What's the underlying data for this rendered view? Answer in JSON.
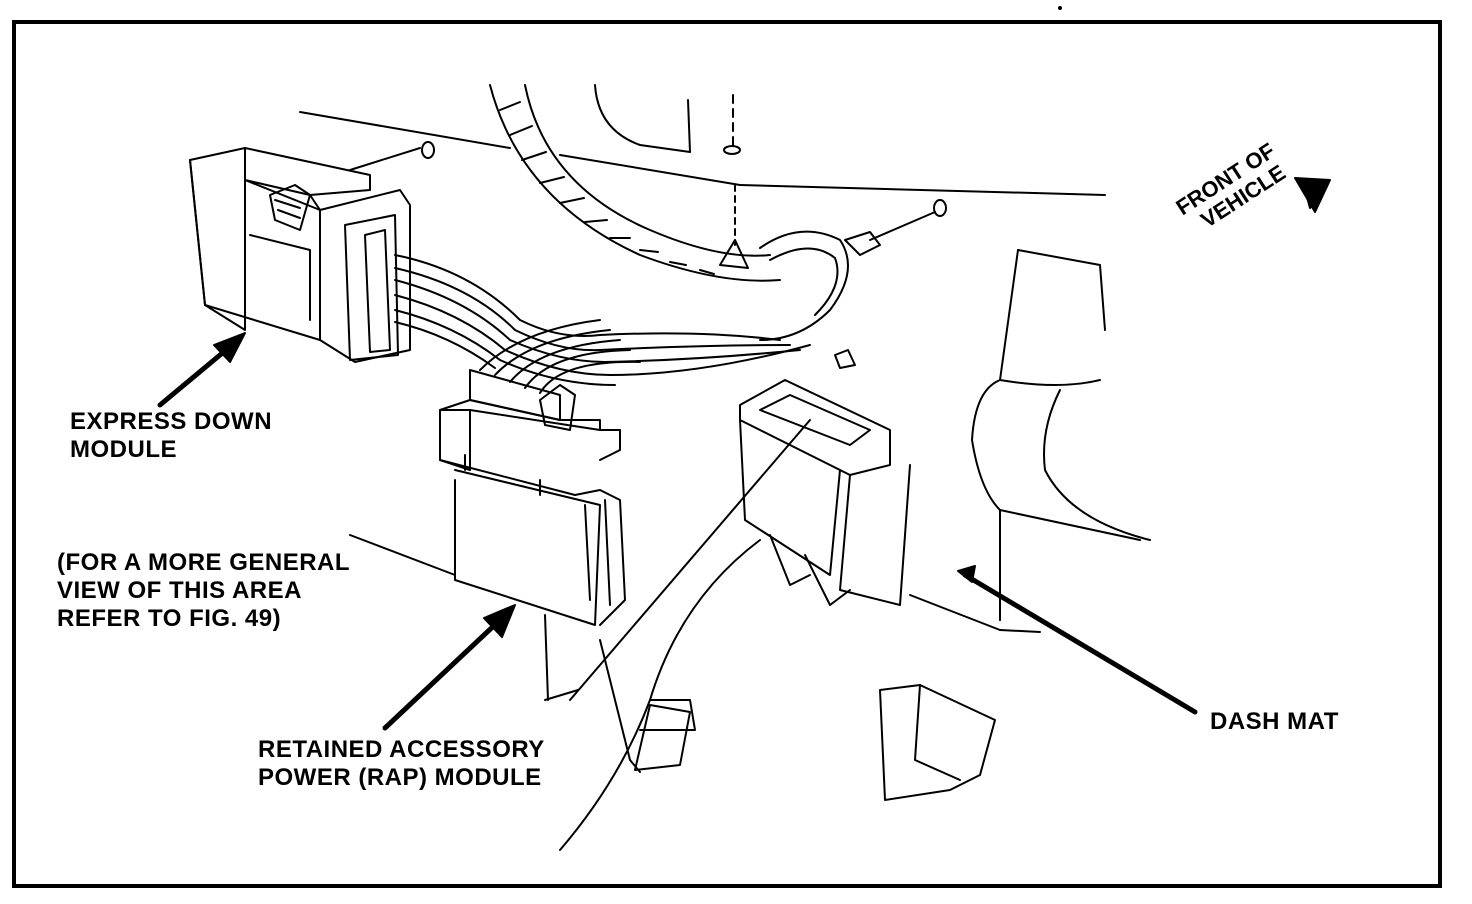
{
  "labels": {
    "express_down_line1": "EXPRESS DOWN",
    "express_down_line2": "MODULE",
    "note_line1": "(FOR A MORE GENERAL",
    "note_line2": "VIEW OF THIS AREA",
    "note_line3": "REFER TO FIG. 49)",
    "rap_line1": "RETAINED ACCESSORY",
    "rap_line2": "POWER (RAP) MODULE",
    "dash_mat": "DASH MAT",
    "front_line1": "FRONT OF",
    "front_line2": "VEHICLE"
  }
}
